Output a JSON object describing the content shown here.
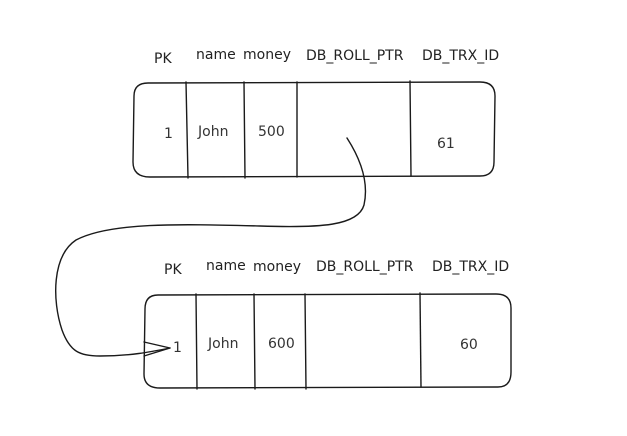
{
  "record_top": {
    "headers": [
      "PK",
      "name",
      "money",
      "DB_ROLL_PTR",
      "DB_TRX_ID"
    ],
    "values": [
      "1",
      "John",
      "500",
      "",
      "61"
    ]
  },
  "record_bottom": {
    "headers": [
      "PK",
      "name",
      "money",
      "DB_ROLL_PTR",
      "DB_TRX_ID"
    ],
    "values": [
      "1",
      "John",
      "600",
      "",
      "60"
    ]
  }
}
